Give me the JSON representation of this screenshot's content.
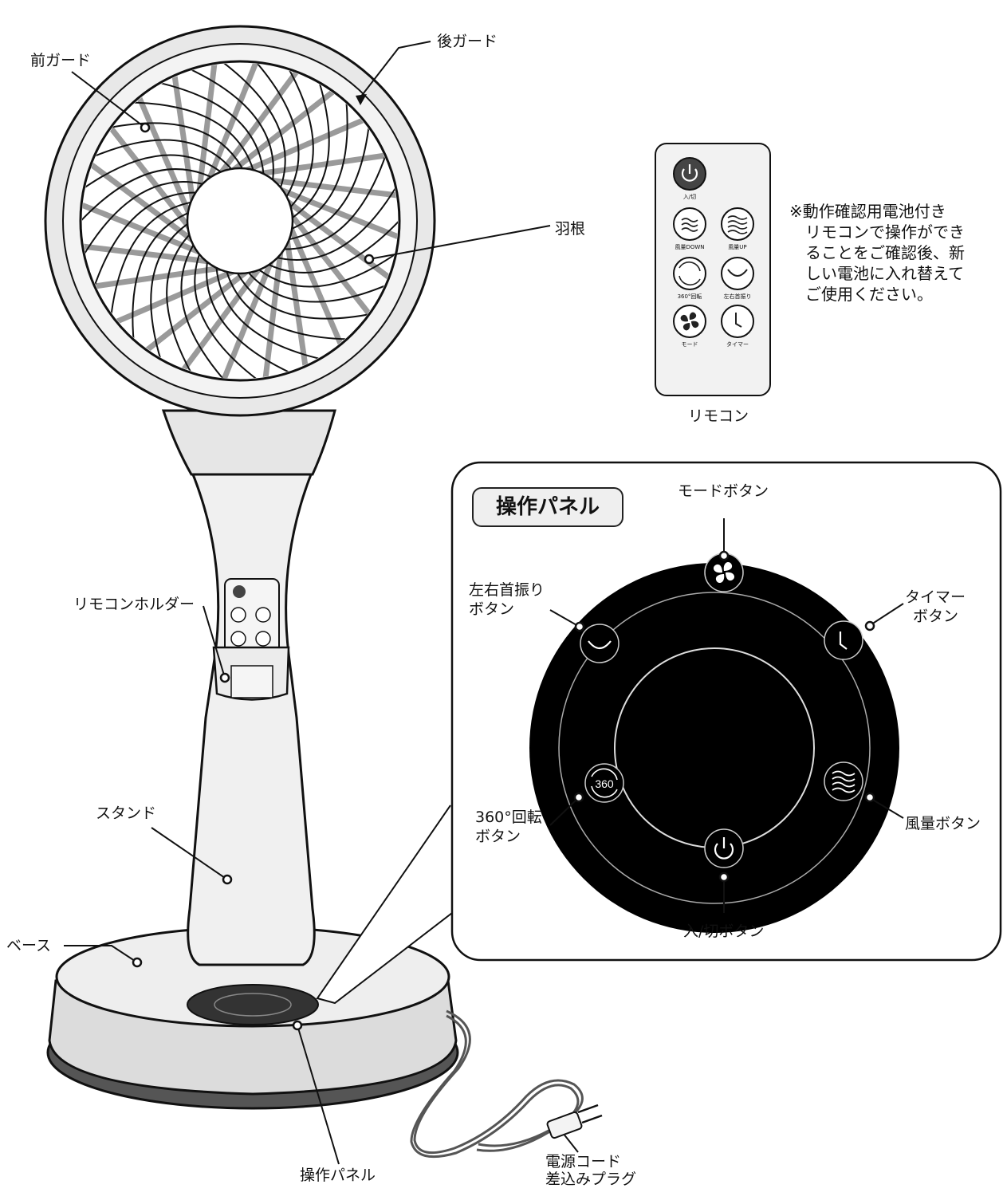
{
  "labels": {
    "front_guard": "前ガード",
    "rear_guard": "後ガード",
    "blade": "羽根",
    "remote": "リモコン",
    "remote_holder": "リモコンホルダー",
    "stand": "スタンド",
    "base": "ベース",
    "control_panel": "操作パネル",
    "power_cord": "電源コード",
    "plug": "差込みプラグ"
  },
  "note_lines": [
    "※動作確認用電池付き",
    "リモコンで操作ができ",
    "ることをご確認後、新",
    "しい電池に入れ替えて",
    "ご使用ください。"
  ],
  "remote_buttons": {
    "power": "入/切",
    "fan_down": "風量DOWN",
    "fan_up": "風量UP",
    "rotate_360": "360°回転",
    "swing": "左右首振り",
    "mode": "モード",
    "timer": "タイマー"
  },
  "panel_detail": {
    "title": "操作パネル",
    "mode_button": "モードボタン",
    "swing_button_1": "左右首振り",
    "swing_button_2": "ボタン",
    "timer_button_1": "タイマー",
    "timer_button_2": "ボタン",
    "rotate_button_1": "360°回転",
    "rotate_button_2": "ボタン",
    "fan_button": "風量ボタン",
    "power_button": "入/切ボタン",
    "rotate_icon_text": "360"
  },
  "colors": {
    "panel_black": "#000000",
    "body_light": "#eeeeee",
    "guard_gray": "#999999"
  }
}
